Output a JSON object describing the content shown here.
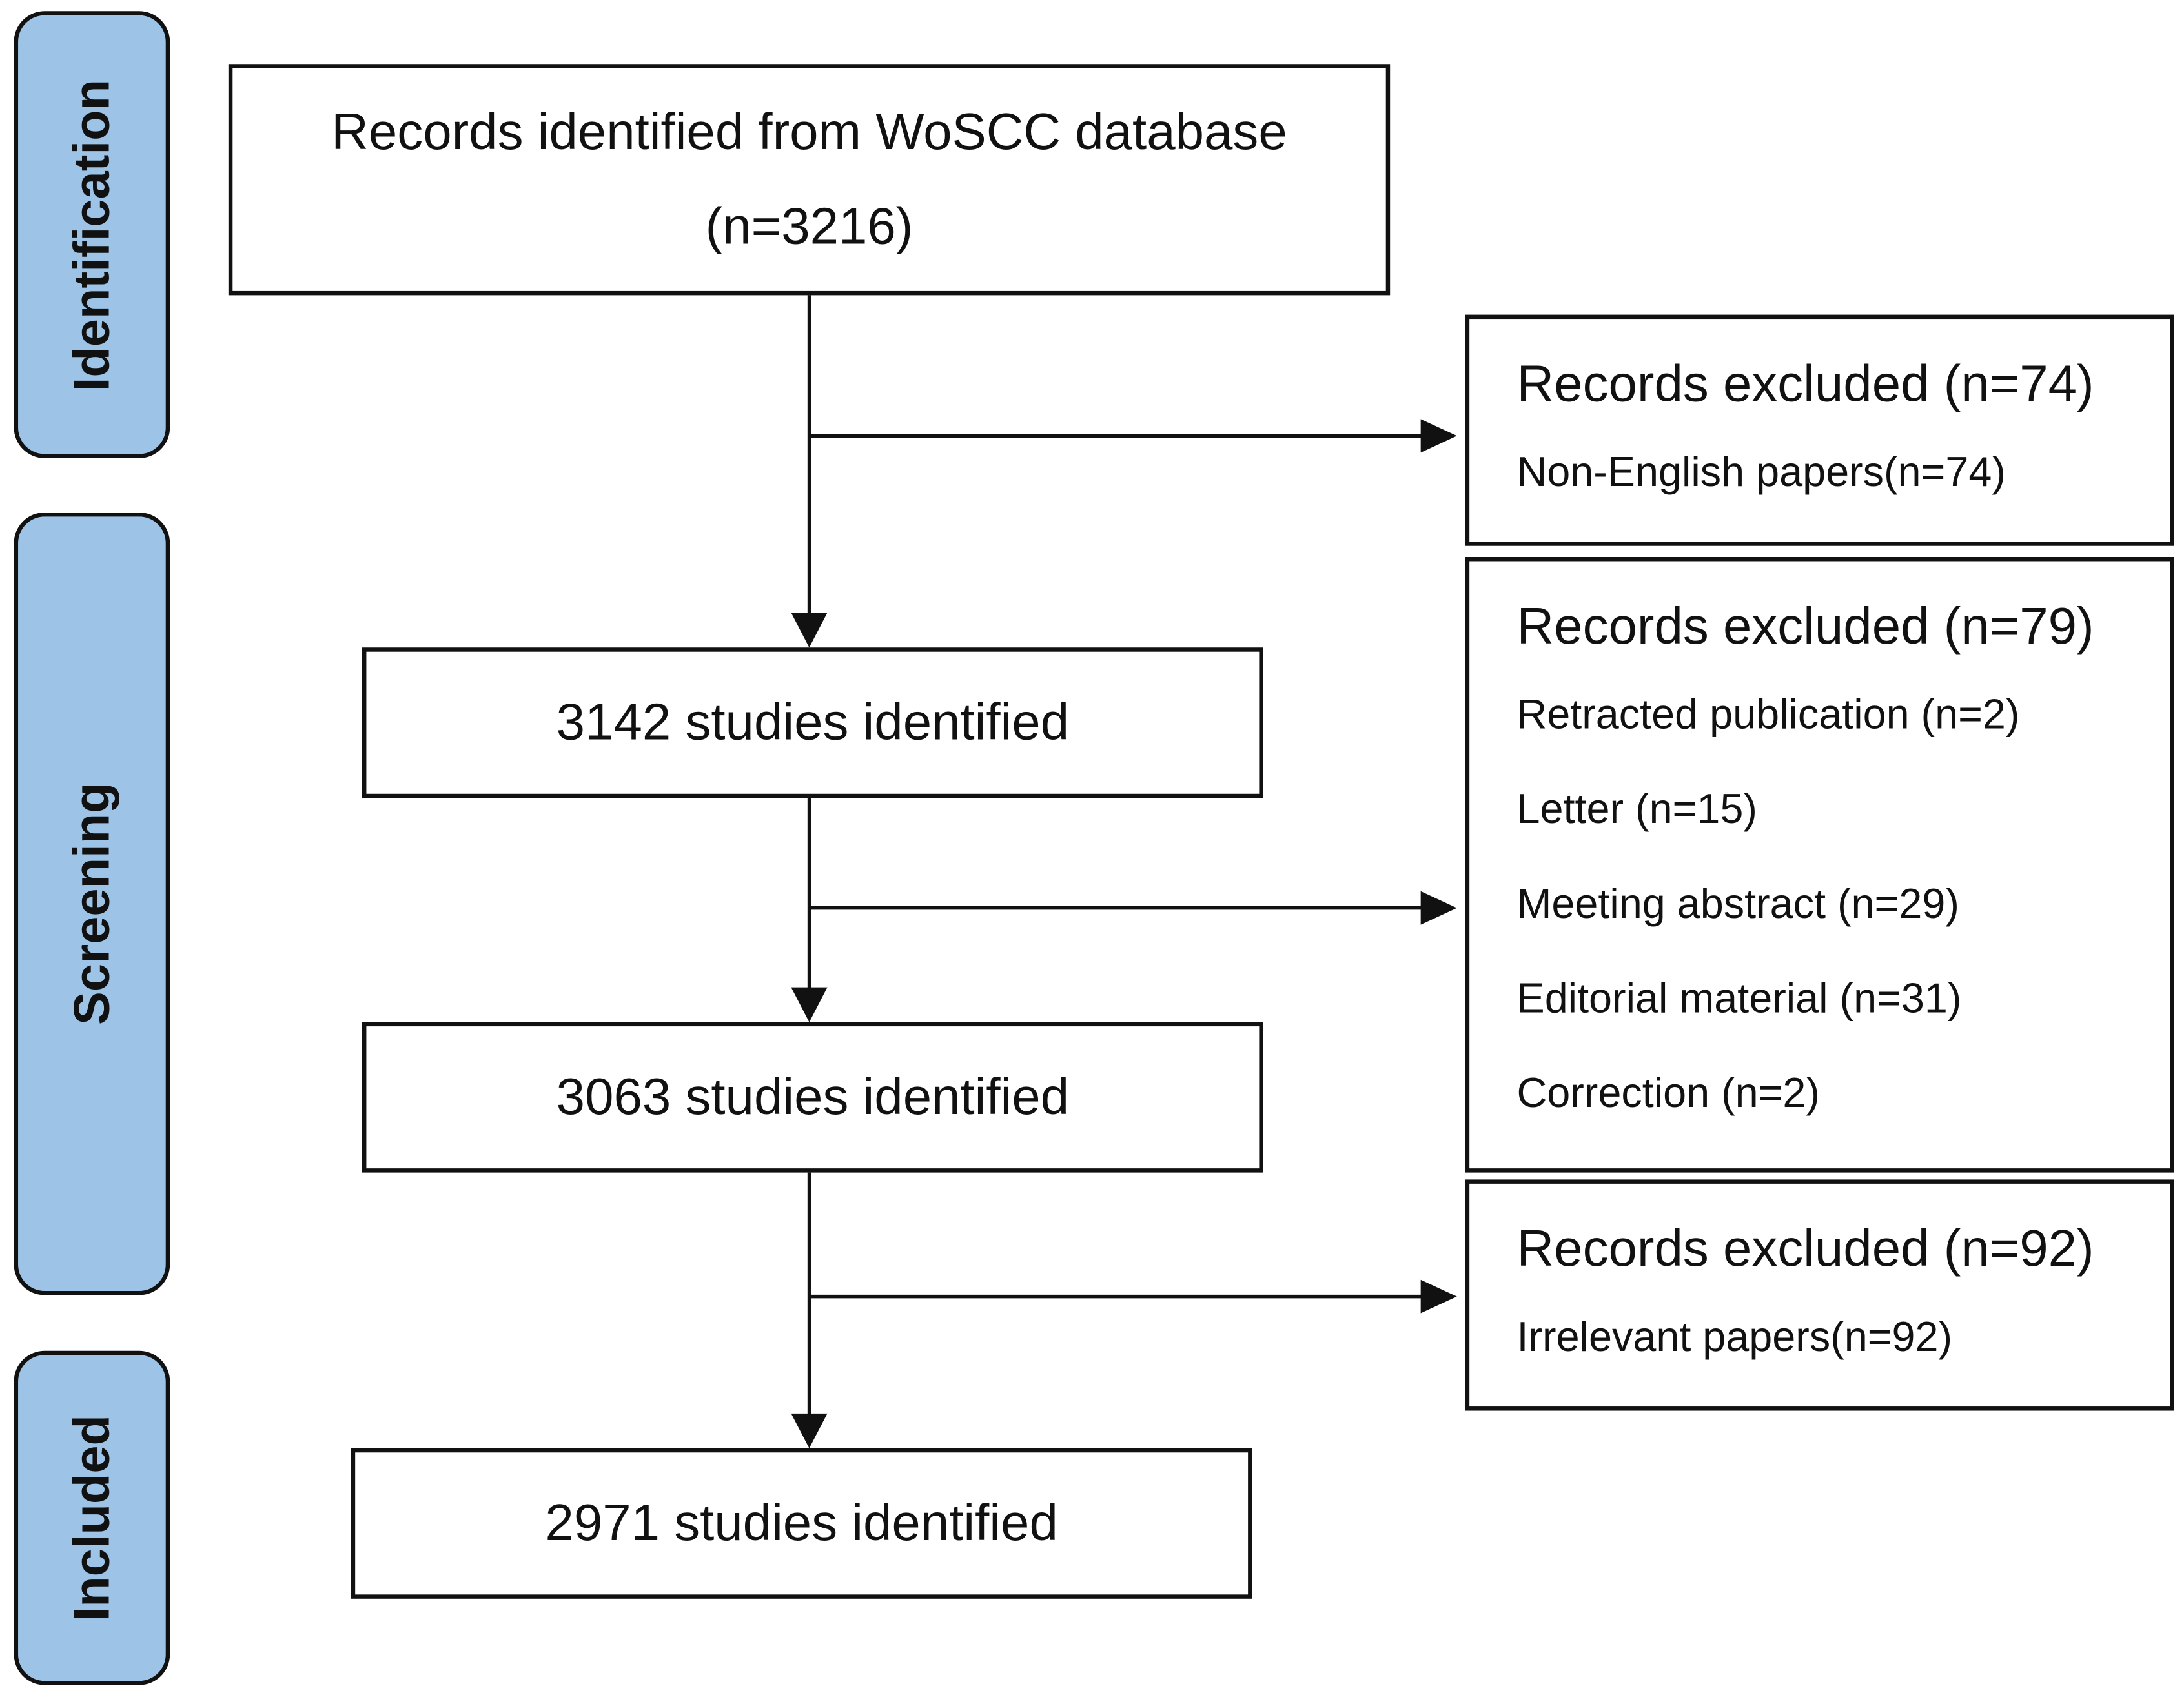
{
  "phases": {
    "identification": "Identification",
    "screening": "Screening",
    "included": "Included"
  },
  "flow": {
    "source": {
      "line1": "Records identified from WoSCC database",
      "line2": "(n=3216)"
    },
    "step1": "3142 studies identified",
    "step2": "3063 studies identified",
    "final": "2971 studies identified"
  },
  "exclusions": [
    {
      "title": "Records excluded (n=74)",
      "items": [
        "Non-English papers(n=74)"
      ]
    },
    {
      "title": "Records excluded (n=79)",
      "items": [
        "Retracted publication (n=2)",
        "Letter (n=15)",
        "Meeting abstract (n=29)",
        "Editorial material (n=31)",
        "Correction (n=2)"
      ]
    },
    {
      "title": "Records excluded (n=92)",
      "items": [
        "Irrelevant papers(n=92)"
      ]
    }
  ],
  "colors": {
    "phase_fill": "#9dc3e6",
    "stroke": "#111111"
  }
}
